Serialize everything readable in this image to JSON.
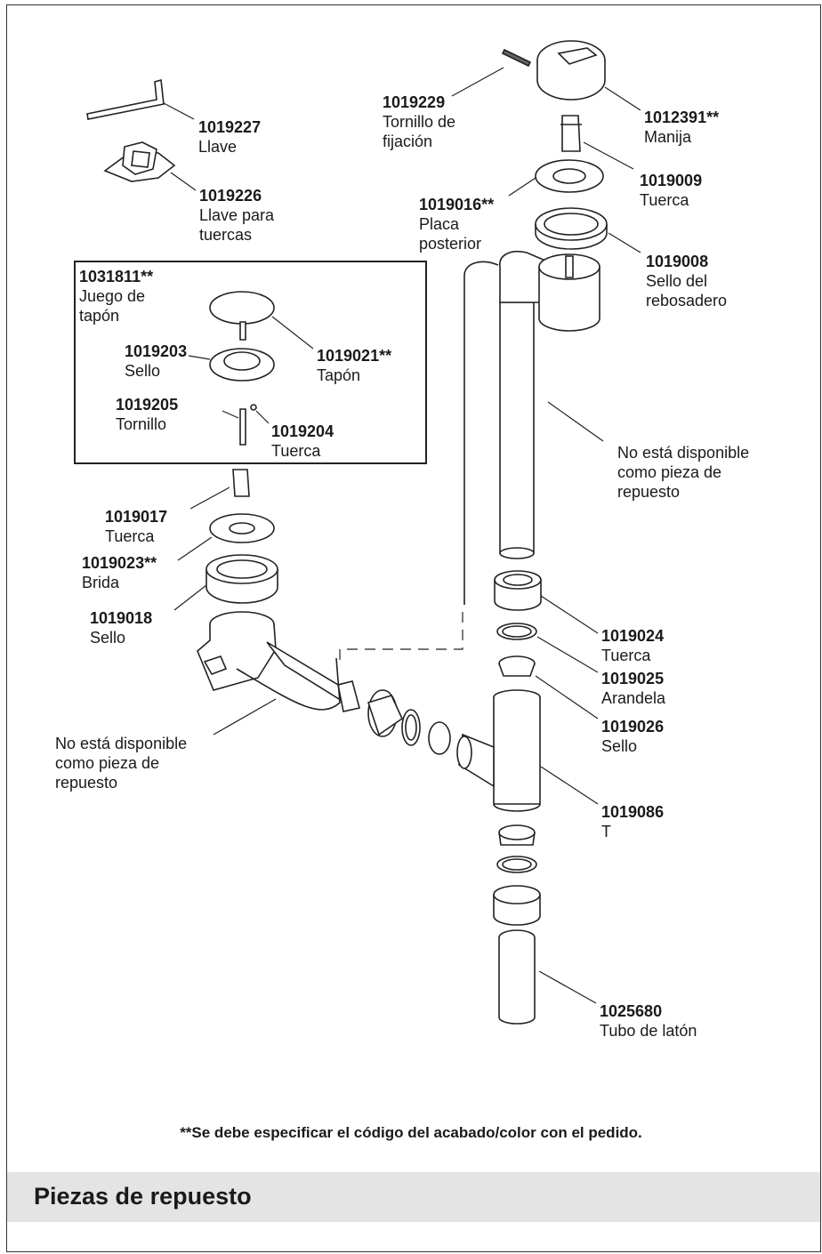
{
  "parts": {
    "llave": {
      "code": "1019227",
      "name": "Llave"
    },
    "llave_tuercas": {
      "code": "1019226",
      "name_lines": [
        "Llave para",
        "tuercas"
      ]
    },
    "tornillo_fijacion": {
      "code": "1019229",
      "name_lines": [
        "Tornillo de",
        "fijación"
      ]
    },
    "manija": {
      "code": "1012391**",
      "name": "Manija"
    },
    "tuerca_1019009": {
      "code": "1019009",
      "name": "Tuerca"
    },
    "placa_posterior": {
      "code": "1019016**",
      "name_lines": [
        "Placa",
        "posterior"
      ]
    },
    "sello_rebosadero": {
      "code": "1019008",
      "name_lines": [
        "Sello del",
        "rebosadero"
      ]
    },
    "juego_tapon": {
      "code": "1031811**",
      "name_lines": [
        "Juego de",
        "tapón"
      ]
    },
    "sello_1019203": {
      "code": "1019203",
      "name": "Sello"
    },
    "tapon": {
      "code": "1019021**",
      "name": "Tapón"
    },
    "tornillo_1019205": {
      "code": "1019205",
      "name": "Tornillo"
    },
    "tuerca_1019204": {
      "code": "1019204",
      "name": "Tuerca"
    },
    "tuerca_1019017": {
      "code": "1019017",
      "name": "Tuerca"
    },
    "brida": {
      "code": "1019023**",
      "name": "Brida"
    },
    "sello_1019018": {
      "code": "1019018",
      "name": "Sello"
    },
    "tuerca_1019024": {
      "code": "1019024",
      "name": "Tuerca"
    },
    "arandela": {
      "code": "1019025",
      "name": "Arandela"
    },
    "sello_1019026": {
      "code": "1019026",
      "name": "Sello"
    },
    "t_fitting": {
      "code": "1019086",
      "name": "T"
    },
    "tubo_laton": {
      "code": "1025680",
      "name": "Tubo de latón"
    }
  },
  "not_available_right": [
    "No está disponible",
    "como pieza de",
    "repuesto"
  ],
  "not_available_left": [
    "No está disponible",
    "como pieza de",
    "repuesto"
  ],
  "footnote": "**Se debe especificar el código del acabado/color con el pedido.",
  "footer_title": "Piezas de repuesto"
}
